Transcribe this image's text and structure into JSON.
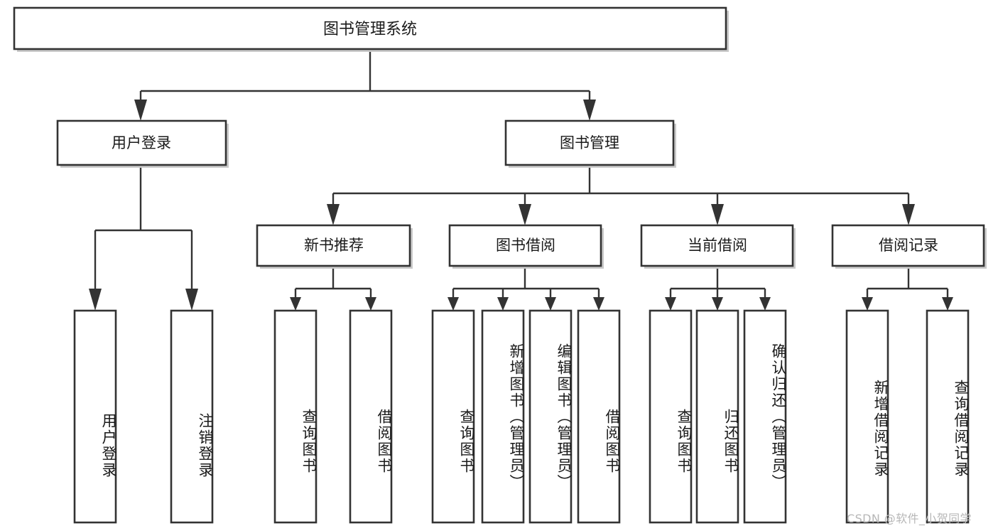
{
  "diagram": {
    "type": "tree-hierarchy",
    "title": "图书管理系统",
    "watermark": "CSDN @软件_小贺同学",
    "colors": {
      "stroke": "#333333",
      "fill": "#ffffff",
      "shadow": "#c9c9c9",
      "text": "#1a1a1a",
      "watermark": "#b7b7b7"
    },
    "levels": {
      "root": {
        "label": "图书管理系统"
      },
      "level2": [
        {
          "id": "user-login",
          "label": "用户登录"
        },
        {
          "id": "book-management",
          "label": "图书管理"
        }
      ],
      "level3": [
        {
          "id": "new-book-recommend",
          "label": "新书推荐",
          "parent": "book-management"
        },
        {
          "id": "book-borrow",
          "label": "图书借阅",
          "parent": "book-management"
        },
        {
          "id": "current-borrow",
          "label": "当前借阅",
          "parent": "book-management"
        },
        {
          "id": "borrow-record",
          "label": "借阅记录",
          "parent": "book-management"
        }
      ],
      "leaves": [
        {
          "id": "leaf-user-login",
          "label": "用户登录",
          "parent": "user-login"
        },
        {
          "id": "leaf-logout-login",
          "label": "注销登录",
          "parent": "user-login"
        },
        {
          "id": "leaf-query-book-1",
          "label": "查询图书",
          "parent": "new-book-recommend"
        },
        {
          "id": "leaf-borrow-book-1",
          "label": "借阅图书",
          "parent": "new-book-recommend"
        },
        {
          "id": "leaf-query-book-2",
          "label": "查询图书",
          "parent": "book-borrow"
        },
        {
          "id": "leaf-add-book",
          "label": "新增图书（管理员）",
          "parent": "book-borrow"
        },
        {
          "id": "leaf-edit-book",
          "label": "编辑图书（管理员）",
          "parent": "book-borrow"
        },
        {
          "id": "leaf-borrow-book-2",
          "label": "借阅图书",
          "parent": "book-borrow"
        },
        {
          "id": "leaf-query-book-3",
          "label": "查询图书",
          "parent": "current-borrow"
        },
        {
          "id": "leaf-return-book",
          "label": "归还图书",
          "parent": "current-borrow"
        },
        {
          "id": "leaf-confirm-return",
          "label": "确认归还（管理员）",
          "parent": "current-borrow"
        },
        {
          "id": "leaf-add-record",
          "label": "新增借阅记录",
          "parent": "borrow-record"
        },
        {
          "id": "leaf-query-record",
          "label": "查询借阅记录",
          "parent": "borrow-record"
        }
      ]
    }
  }
}
